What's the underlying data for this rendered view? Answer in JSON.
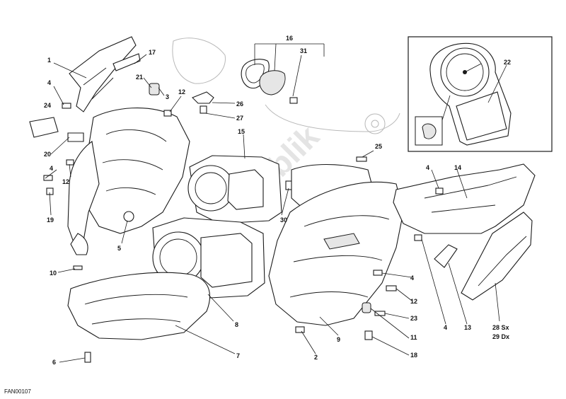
{
  "diagram_code": "FAN00107",
  "watermark": "PartsRepublik",
  "callouts": {
    "c1": "1",
    "c17": "17",
    "c4a": "4",
    "c21": "21",
    "c3": "3",
    "c12a": "12",
    "c26": "26",
    "c27": "27",
    "c24": "24",
    "c16": "16",
    "c31": "31",
    "c22": "22",
    "c15": "15",
    "c25": "25",
    "c20": "20",
    "c4b": "4",
    "c12b": "12",
    "c19": "19",
    "c5": "5",
    "c30": "30",
    "c4c": "4",
    "c14": "14",
    "c10": "10",
    "c4d": "4",
    "c12c": "12",
    "c8": "8",
    "c23": "23",
    "c11": "11",
    "c18": "18",
    "c4e": "4",
    "c13": "13",
    "c28": "28 Sx",
    "c29": "29 Dx",
    "c7": "7",
    "c9": "9",
    "c2": "2",
    "c6": "6"
  },
  "colors": {
    "line": "#1a1a1a",
    "watermark": "#e4e4e4",
    "background": "#ffffff"
  }
}
